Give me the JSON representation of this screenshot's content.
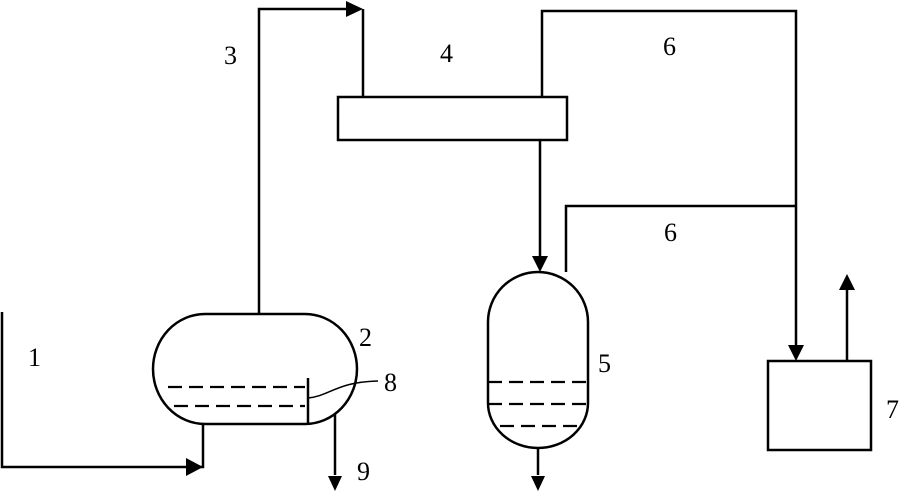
{
  "labels": {
    "l1": "1",
    "l2": "2",
    "l3": "3",
    "l4": "4",
    "l5": "5",
    "l6a": "6",
    "l6b": "6",
    "l7": "7",
    "l8": "8",
    "l9": "9"
  },
  "colors": {
    "line": "#000000",
    "background": "#ffffff"
  }
}
